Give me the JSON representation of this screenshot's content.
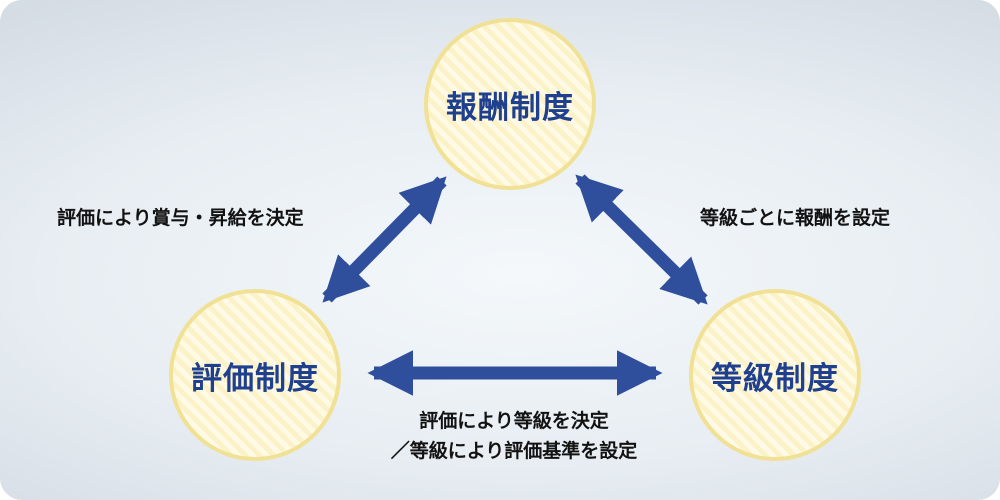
{
  "nodes": {
    "top": {
      "label": "報酬制度"
    },
    "left": {
      "label": "評価制度"
    },
    "right": {
      "label": "等級制度"
    }
  },
  "edges": {
    "left": {
      "label": "評価により賞与・昇給を決定"
    },
    "right": {
      "label": "等級ごとに報酬を設定"
    },
    "bottom": {
      "line1": "評価により等級を決定",
      "line2": "／等級により評価基準を設定"
    }
  },
  "colors": {
    "arrow": "#2f4f9d",
    "node_text": "#1f3f8f",
    "node_fill": "#fbf2c8",
    "node_stripe": "#fefae6",
    "node_border": "#f1e195",
    "label_text": "#121212"
  }
}
